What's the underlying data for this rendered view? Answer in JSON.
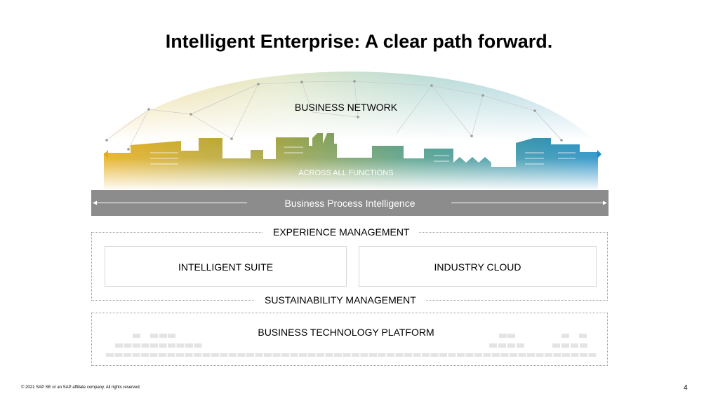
{
  "title": "Intelligent Enterprise: A clear path forward.",
  "hero": {
    "network_label": "BUSINESS NETWORK",
    "functions_label": "ACROSS ALL FUNCTIONS",
    "gradient_colors": [
      "#e6ac17",
      "#9aa63a",
      "#3f9a8a",
      "#1f8ec1"
    ]
  },
  "bpi": {
    "label": "Business Process Intelligence",
    "color": "#8c8c8c"
  },
  "experience": {
    "label": "EXPERIENCE MANAGEMENT"
  },
  "cards": {
    "left": "INTELLIGENT SUITE",
    "right": "INDUSTRY CLOUD"
  },
  "sustainability": {
    "label": "SUSTAINABILITY MANAGEMENT"
  },
  "platform": {
    "label": "BUSINESS TECHNOLOGY PLATFORM"
  },
  "footer": {
    "copyright": "© 2021 SAP SE or an SAP affiliate company. All rights reserved.",
    "page_number": "4"
  }
}
